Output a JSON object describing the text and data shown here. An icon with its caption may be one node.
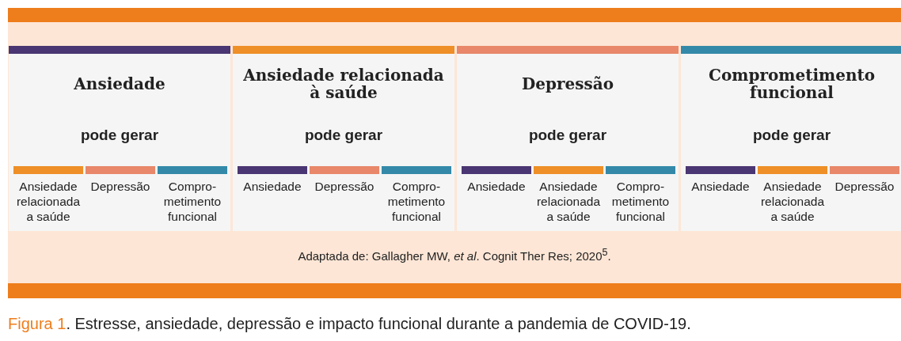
{
  "diagram": {
    "caption": "**Figura 1**. Estresse, ansiedade, depressão e impacto funcional durante a pandemia de COVID-19.",
    "nodes": [
      {
        "text": [
          "Ansiedade",
          "pode gerar"
        ]
      },
      {
        "text": [
          "Ansiedade relacionada a saúde"
        ],
        "in": 0
      },
      {
        "text": [
          "Depressão"
        ],
        "in": 0
      },
      {
        "text": [
          "Compro-metimento funcional"
        ],
        "in": 0
      },
      {
        "text": [
          "Ansiedade relacionada à saúde",
          "pode gerar"
        ]
      },
      {
        "text": [
          "Ansiedade"
        ],
        "in": 4
      },
      {
        "text": [
          "Depressão"
        ],
        "in": 4
      },
      {
        "text": [
          "Compro-metimento funcional"
        ],
        "in": 4
      },
      {
        "text": [
          "Depressão",
          "pode gerar"
        ]
      },
      {
        "text": [
          "Ansiedade"
        ],
        "in": 8
      },
      {
        "text": [
          "Ansiedade relacionada a saúde"
        ],
        "in": 8
      },
      {
        "text": [
          "Compro-metimento funcional"
        ],
        "in": 8
      },
      {
        "text": [
          "Comprometimento funcional",
          "pode gerar"
        ]
      },
      {
        "text": [
          "Ansiedade"
        ],
        "in": 12
      },
      {
        "text": [
          "Ansiedade relacionada a saúde"
        ],
        "in": 12
      },
      {
        "text": [
          "Depressão"
        ],
        "in": 12
      }
    ],
    "labels": [
      "Adaptada de: Gallagher MW, *et al*. Cognit Ther Res; 2020$^{5}$."
    ]
  }
}
